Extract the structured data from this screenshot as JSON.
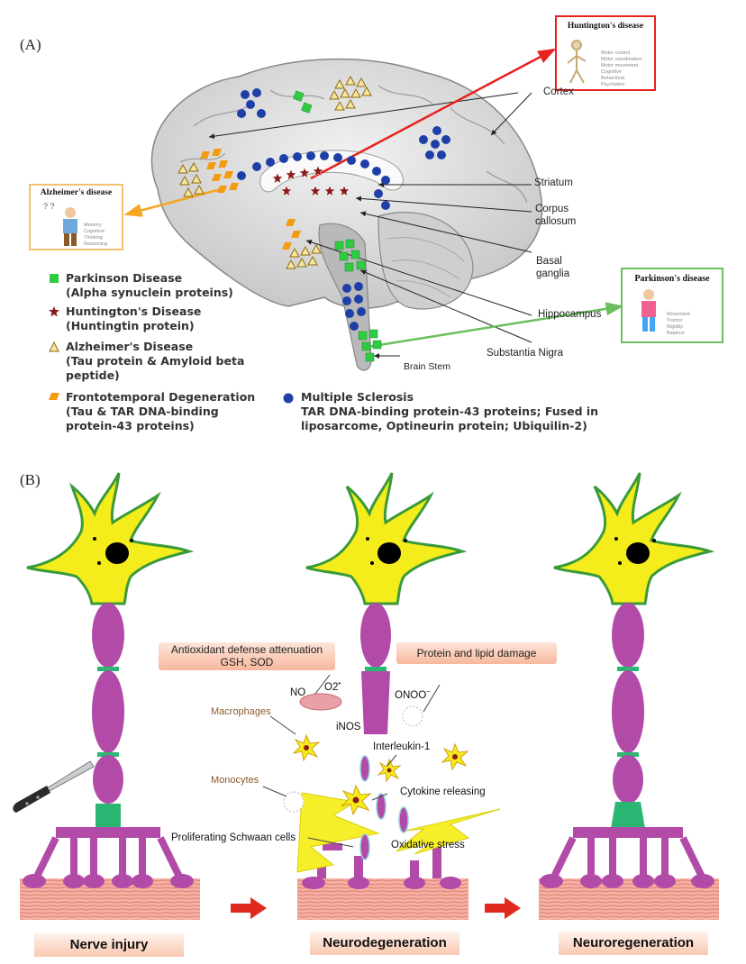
{
  "panel_a": {
    "label": "(A)",
    "regions": {
      "cortex": "Cortex",
      "striatum": "Striatum",
      "corpus_callosum_1": "Corpus",
      "corpus_callosum_2": "callosum",
      "basal_ganglia_1": "Basal",
      "basal_ganglia_2": "ganglia",
      "hippocampus": "Hippocampus",
      "substantia_nigra": "Substantia Nigra",
      "brain_stem": "Brain Stem"
    },
    "insets": {
      "huntington": {
        "title": "Huntington's disease",
        "notes": [
          "Motor control",
          "Motor coordination",
          "Motor movement",
          "Cognitive",
          "Behavioral",
          "Psychiatric"
        ]
      },
      "alzheimer": {
        "title": "Alzheimer's disease",
        "notes": [
          "Memory",
          "Cognitive",
          "Thinking",
          "Reasoning"
        ]
      },
      "parkinson": {
        "title": "Parkinson's disease",
        "notes": [
          "Movement",
          "Tremor",
          "Rigidity",
          "Balance"
        ]
      }
    },
    "legend": {
      "parkinson_1": "Parkinson Disease",
      "parkinson_2": "(Alpha synuclein proteins)",
      "huntington_1": "Huntington's Disease",
      "huntington_2": "(Huntingtin protein)",
      "alzheimer_1": "Alzheimer's Disease",
      "alzheimer_2": "(Tau protein & Amyloid beta",
      "alzheimer_3": "peptide)",
      "ftd_1": "Frontotemporal Degeneration",
      "ftd_2": "(Tau & TAR DNA-binding",
      "ftd_3": "protein-43 proteins)",
      "ms_1": "Multiple Sclerosis",
      "ms_2": "TAR DNA-binding protein-43 proteins; Fused in",
      "ms_3": "liposarcome, Optineurin protein; Ubiquilin-2)"
    },
    "colors": {
      "parkinson": "#2ecc40",
      "huntington": "#8b1a1a",
      "alzheimer": "#f4d03f",
      "ftd": "#f39c12",
      "ms": "#1f3fa8",
      "arrow_huntington": "#e8231f",
      "arrow_alzheimer": "#f5a623",
      "arrow_parkinson": "#6abf5c"
    }
  },
  "panel_b": {
    "label": "(B)",
    "antioxidant_1": "Antioxidant defense attenuation",
    "antioxidant_2": "GSH, SOD",
    "protein_lipid": "Protein and lipid damage",
    "no": "NO",
    "o2": "O2",
    "onoo": "ONOO",
    "macrophages": "Macrophages",
    "inos": "iNOS",
    "interleukin": "Interleukin-1",
    "monocytes": "Monocytes",
    "cytokine": "Cytokine releasing",
    "schwann": "Proliferating Schwaan cells",
    "oxidative": "Oxidative stress",
    "stages": [
      "Nerve injury",
      "Neurodegeneration",
      "Neuroregeneration"
    ],
    "colors": {
      "soma": "#f5ec1c",
      "soma_edge": "#3a9a3a",
      "axon": "#b24aa8",
      "node": "#2bb673",
      "muscle": "#f4a7a0",
      "arrow": "#e02a1f",
      "bolt": "#f7ee2a"
    }
  }
}
